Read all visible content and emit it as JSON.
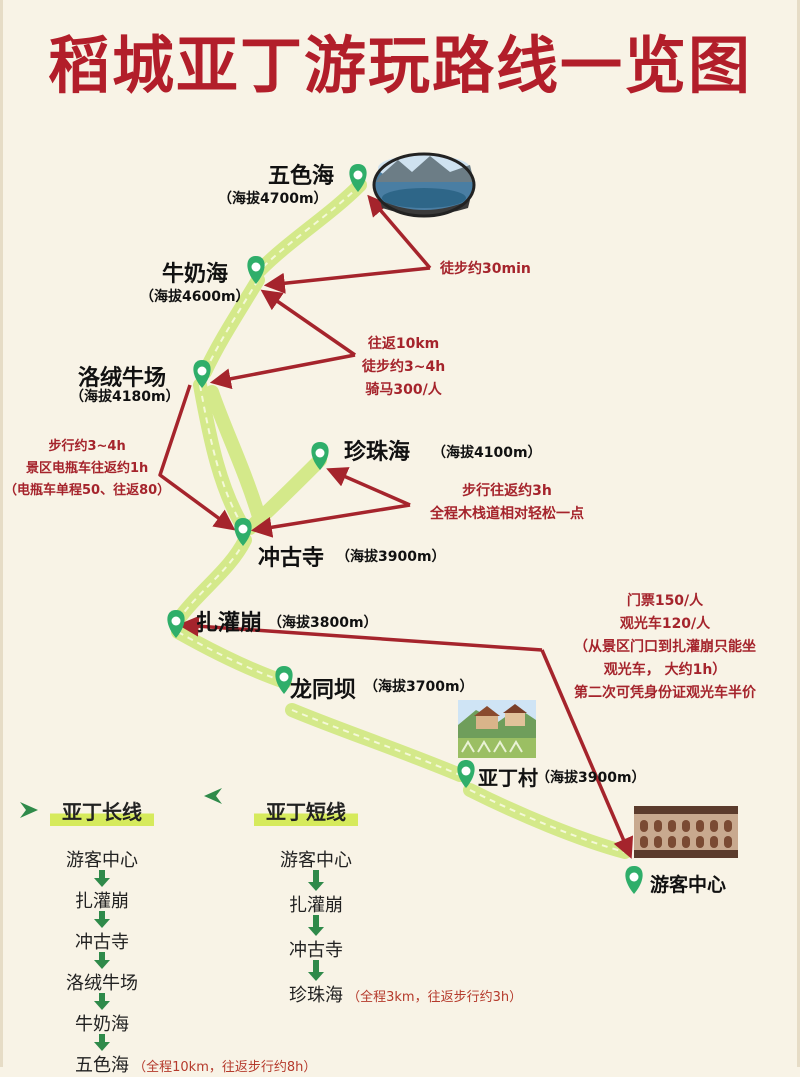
{
  "title": "稻城亚丁游玩路线一览图",
  "places": {
    "wuse": {
      "name": "五色海",
      "alt": "（海拔4700m）"
    },
    "niunai": {
      "name": "牛奶海",
      "alt": "（海拔4600m）"
    },
    "luorong": {
      "name": "洛绒牛场",
      "alt": "（海拔4180m）"
    },
    "zhenzhu": {
      "name": "珍珠海",
      "alt": "（海拔4100m）"
    },
    "chonggu": {
      "name": "冲古寺",
      "alt": "（海拔3900m）"
    },
    "zhaguan": {
      "name": "扎灌崩",
      "alt": "（海拔3800m）"
    },
    "longtong": {
      "name": "龙同坝",
      "alt": "（海拔3700m）"
    },
    "yading": {
      "name": "亚丁村",
      "alt": "（海拔3900m）"
    },
    "visitor": {
      "name": "游客中心"
    }
  },
  "notes": {
    "walk30": "徒步约30min",
    "roundtrip": [
      "往返10km",
      "徒步约3~4h",
      "骑马300/人"
    ],
    "left": [
      "步行约3~4h",
      "景区电瓶车往返约1h",
      "（电瓶车单程50、往返80）"
    ],
    "pearl": [
      "步行往返约3h",
      "全程木栈道相对轻松一点"
    ],
    "ticket": [
      "门票150/人",
      "观光车120/人",
      "（从景区门口到扎灌崩只能坐",
      "观光车， 大约1h）",
      "第二次可凭身份证观光车半价"
    ]
  },
  "long_route": {
    "title": "亚丁长线",
    "steps": [
      "游客中心",
      "扎灌崩",
      "冲古寺",
      "洛绒牛场",
      "牛奶海",
      "五色海"
    ],
    "note": "（全程10km，往返步行约8h）"
  },
  "short_route": {
    "title": "亚丁短线",
    "steps": [
      "游客中心",
      "扎灌崩",
      "冲古寺",
      "珍珠海"
    ],
    "note": "（全程3km，往返步行约3h）"
  },
  "colors": {
    "title": "#b21e2a",
    "trail": "#d4e98a",
    "arrow": "#a5242c",
    "pin": "#2fae6a"
  },
  "icons": [
    "map-pin-icon",
    "lake-photo-icon",
    "village-photo-icon",
    "visitor-center-building-icon",
    "triangle-pointer-icon"
  ]
}
